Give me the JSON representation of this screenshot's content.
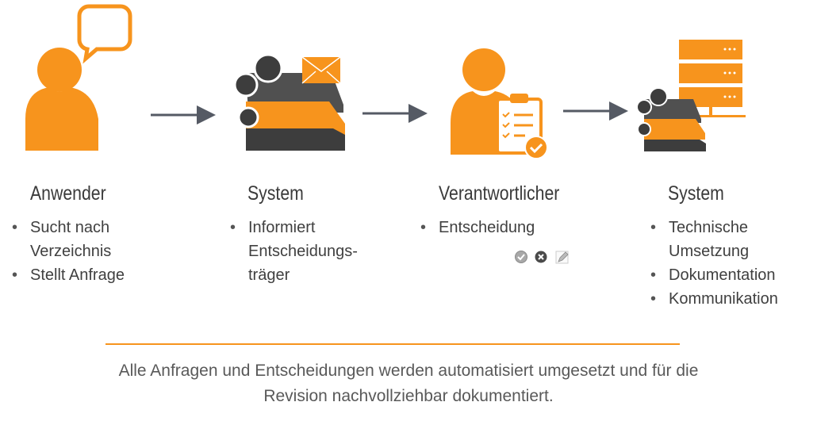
{
  "colors": {
    "accent": "#f7941d",
    "dark": "#404040",
    "arrow": "#555a64"
  },
  "steps": [
    {
      "title": "Anwender",
      "items": [
        "Sucht nach",
        "Verzeichnis",
        "Stellt Anfrage"
      ]
    },
    {
      "title": "System",
      "items": [
        "Informiert",
        "Entscheidungs-",
        "träger"
      ]
    },
    {
      "title": "Verantwortlicher",
      "items": [
        "Entscheidung"
      ]
    },
    {
      "title": "System",
      "items": [
        "Technische",
        "Umsetzung",
        "Dokumentation",
        "Kommunikation"
      ]
    }
  ],
  "footer": {
    "line1": "Alle Anfragen und Entscheidungen werden automatisiert umgesetzt und für die",
    "line2": "Revision nachvollziehbar dokumentiert."
  }
}
